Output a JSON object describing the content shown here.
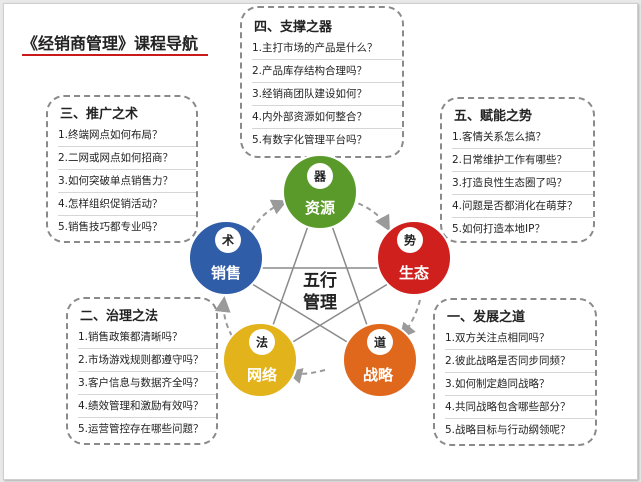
{
  "title": "《经销商管理》课程导航",
  "center": {
    "line1": "五行",
    "line2": "管理"
  },
  "nodes": {
    "top": {
      "badge": "器",
      "label": "资源",
      "color": "#5a9a2a"
    },
    "right": {
      "badge": "势",
      "label": "生态",
      "color": "#d0201e"
    },
    "bottom_right": {
      "badge": "道",
      "label": "战略",
      "color": "#e0681c"
    },
    "bottom_left": {
      "badge": "法",
      "label": "网络",
      "color": "#e2b31a"
    },
    "left": {
      "badge": "术",
      "label": "销售",
      "color": "#2f5da8"
    }
  },
  "boxes": {
    "tool": {
      "title": "四、支撑之器",
      "items": [
        "1.主打市场的产品是什么？",
        "2.产品库存结构合理吗？",
        "3.经销商团队建设如何？",
        "4.内外部资源如何整合？",
        "5.有数字化管理平台吗？"
      ]
    },
    "promo": {
      "title": "三、推广之术",
      "items": [
        "1.终端网点如何布局？",
        "2.二网或网点如何招商？",
        "3.如何突破单点销售力？",
        "4.怎样组织促销活动？",
        "5.销售技巧都专业吗？"
      ]
    },
    "power": {
      "title": "五、赋能之势",
      "items": [
        "1.客情关系怎么搞？",
        "2.日常维护工作有哪些？",
        "3.打造良性生态圈了吗？",
        "4.问题是否都消化在萌芽？",
        "5.如何打造本地IP？"
      ]
    },
    "govern": {
      "title": "二、治理之法",
      "items": [
        "1.销售政策都清晰吗？",
        "2.市场游戏规则都遵守吗？",
        "3.客户信息与数据齐全吗？",
        "4.绩效管理和激励有效吗？",
        "5.运营管控存在哪些问题？"
      ]
    },
    "develop": {
      "title": "一、发展之道",
      "items": [
        "1.双方关注点相同吗？",
        "2.彼此战略是否同步同频？",
        "3.如何制定趋同战略？",
        "4.共同战略包含哪些部分？",
        "5.战略目标与行动纲领呢？"
      ]
    }
  }
}
